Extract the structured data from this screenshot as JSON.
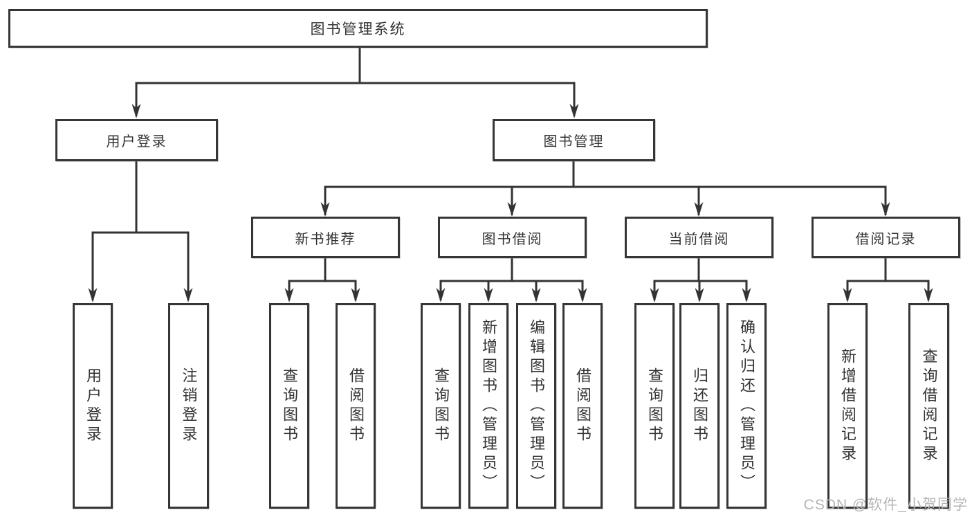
{
  "diagram": {
    "title_node": {
      "label": "图书管理系统"
    },
    "level2": [
      {
        "id": "user-login",
        "label": "用户登录",
        "parent": "图书管理系统"
      },
      {
        "id": "book-management",
        "label": "图书管理",
        "parent": "图书管理系统"
      }
    ],
    "level3": [
      {
        "id": "new-book-recommendation",
        "label": "新书推荐",
        "parent": "图书管理"
      },
      {
        "id": "book-borrowing",
        "label": "图书借阅",
        "parent": "图书管理"
      },
      {
        "id": "current-borrowing",
        "label": "当前借阅",
        "parent": "图书管理"
      },
      {
        "id": "borrowing-records",
        "label": "借阅记录",
        "parent": "图书管理"
      }
    ],
    "leaves": [
      {
        "label": "用户登录",
        "parent": "用户登录"
      },
      {
        "label": "注销登录",
        "parent": "用户登录"
      },
      {
        "label": "查询图书",
        "parent": "新书推荐"
      },
      {
        "label": "借阅图书",
        "parent": "新书推荐"
      },
      {
        "label": "查询图书",
        "parent": "图书借阅"
      },
      {
        "label": "新增图书（管理员）",
        "parent": "图书借阅"
      },
      {
        "label": "编辑图书（管理员）",
        "parent": "图书借阅"
      },
      {
        "label": "借阅图书",
        "parent": "图书借阅"
      },
      {
        "label": "查询图书",
        "parent": "当前借阅"
      },
      {
        "label": "归还图书",
        "parent": "当前借阅"
      },
      {
        "label": "确认归还（管理员）",
        "parent": "当前借阅"
      },
      {
        "label": "新增借阅记录",
        "parent": "借阅记录"
      },
      {
        "label": "查询借阅记录",
        "parent": "借阅记录"
      }
    ],
    "colors": {
      "line": "#333333",
      "box_border": "#363636",
      "box_fill": "#ffffff",
      "text": "#333333",
      "watermark": "#b5b5b5"
    }
  },
  "watermark": {
    "text": "CSDN @软件_小贺同学"
  }
}
